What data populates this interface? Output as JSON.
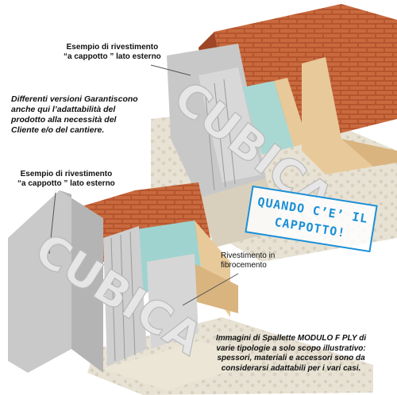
{
  "watermark": "CUBICA",
  "top_label": [
    "Esempio di rivestimento",
    "“a cappotto ” lato esterno"
  ],
  "description": [
    "Differenti versioni Garantiscono",
    "anche qui l’adattabilità del",
    "prodotto alla necessità del",
    "Cliente e/o del cantiere."
  ],
  "middle_label": [
    "Esempio di rivestimento",
    "“a cappotto ” lato esterno"
  ],
  "stamp": [
    "QUANDO C’E’ IL",
    "CAPPOTTO!"
  ],
  "fibro_label": [
    "Rivestimento in",
    "fibrocemento"
  ],
  "caption": [
    "Immagini di Spallette MODULO F PLY di",
    "varie tipologie a solo scopo illustrativo:",
    "spessori, materiali e accessori sono da",
    "considerarsi adattabili per i vari casi."
  ],
  "colors": {
    "stamp": "#1a8fd6",
    "brick": "#b5552f",
    "insulation": "#e8c99a",
    "fibrocement": "#9fd3d0",
    "concrete": "#bdbdbd"
  }
}
